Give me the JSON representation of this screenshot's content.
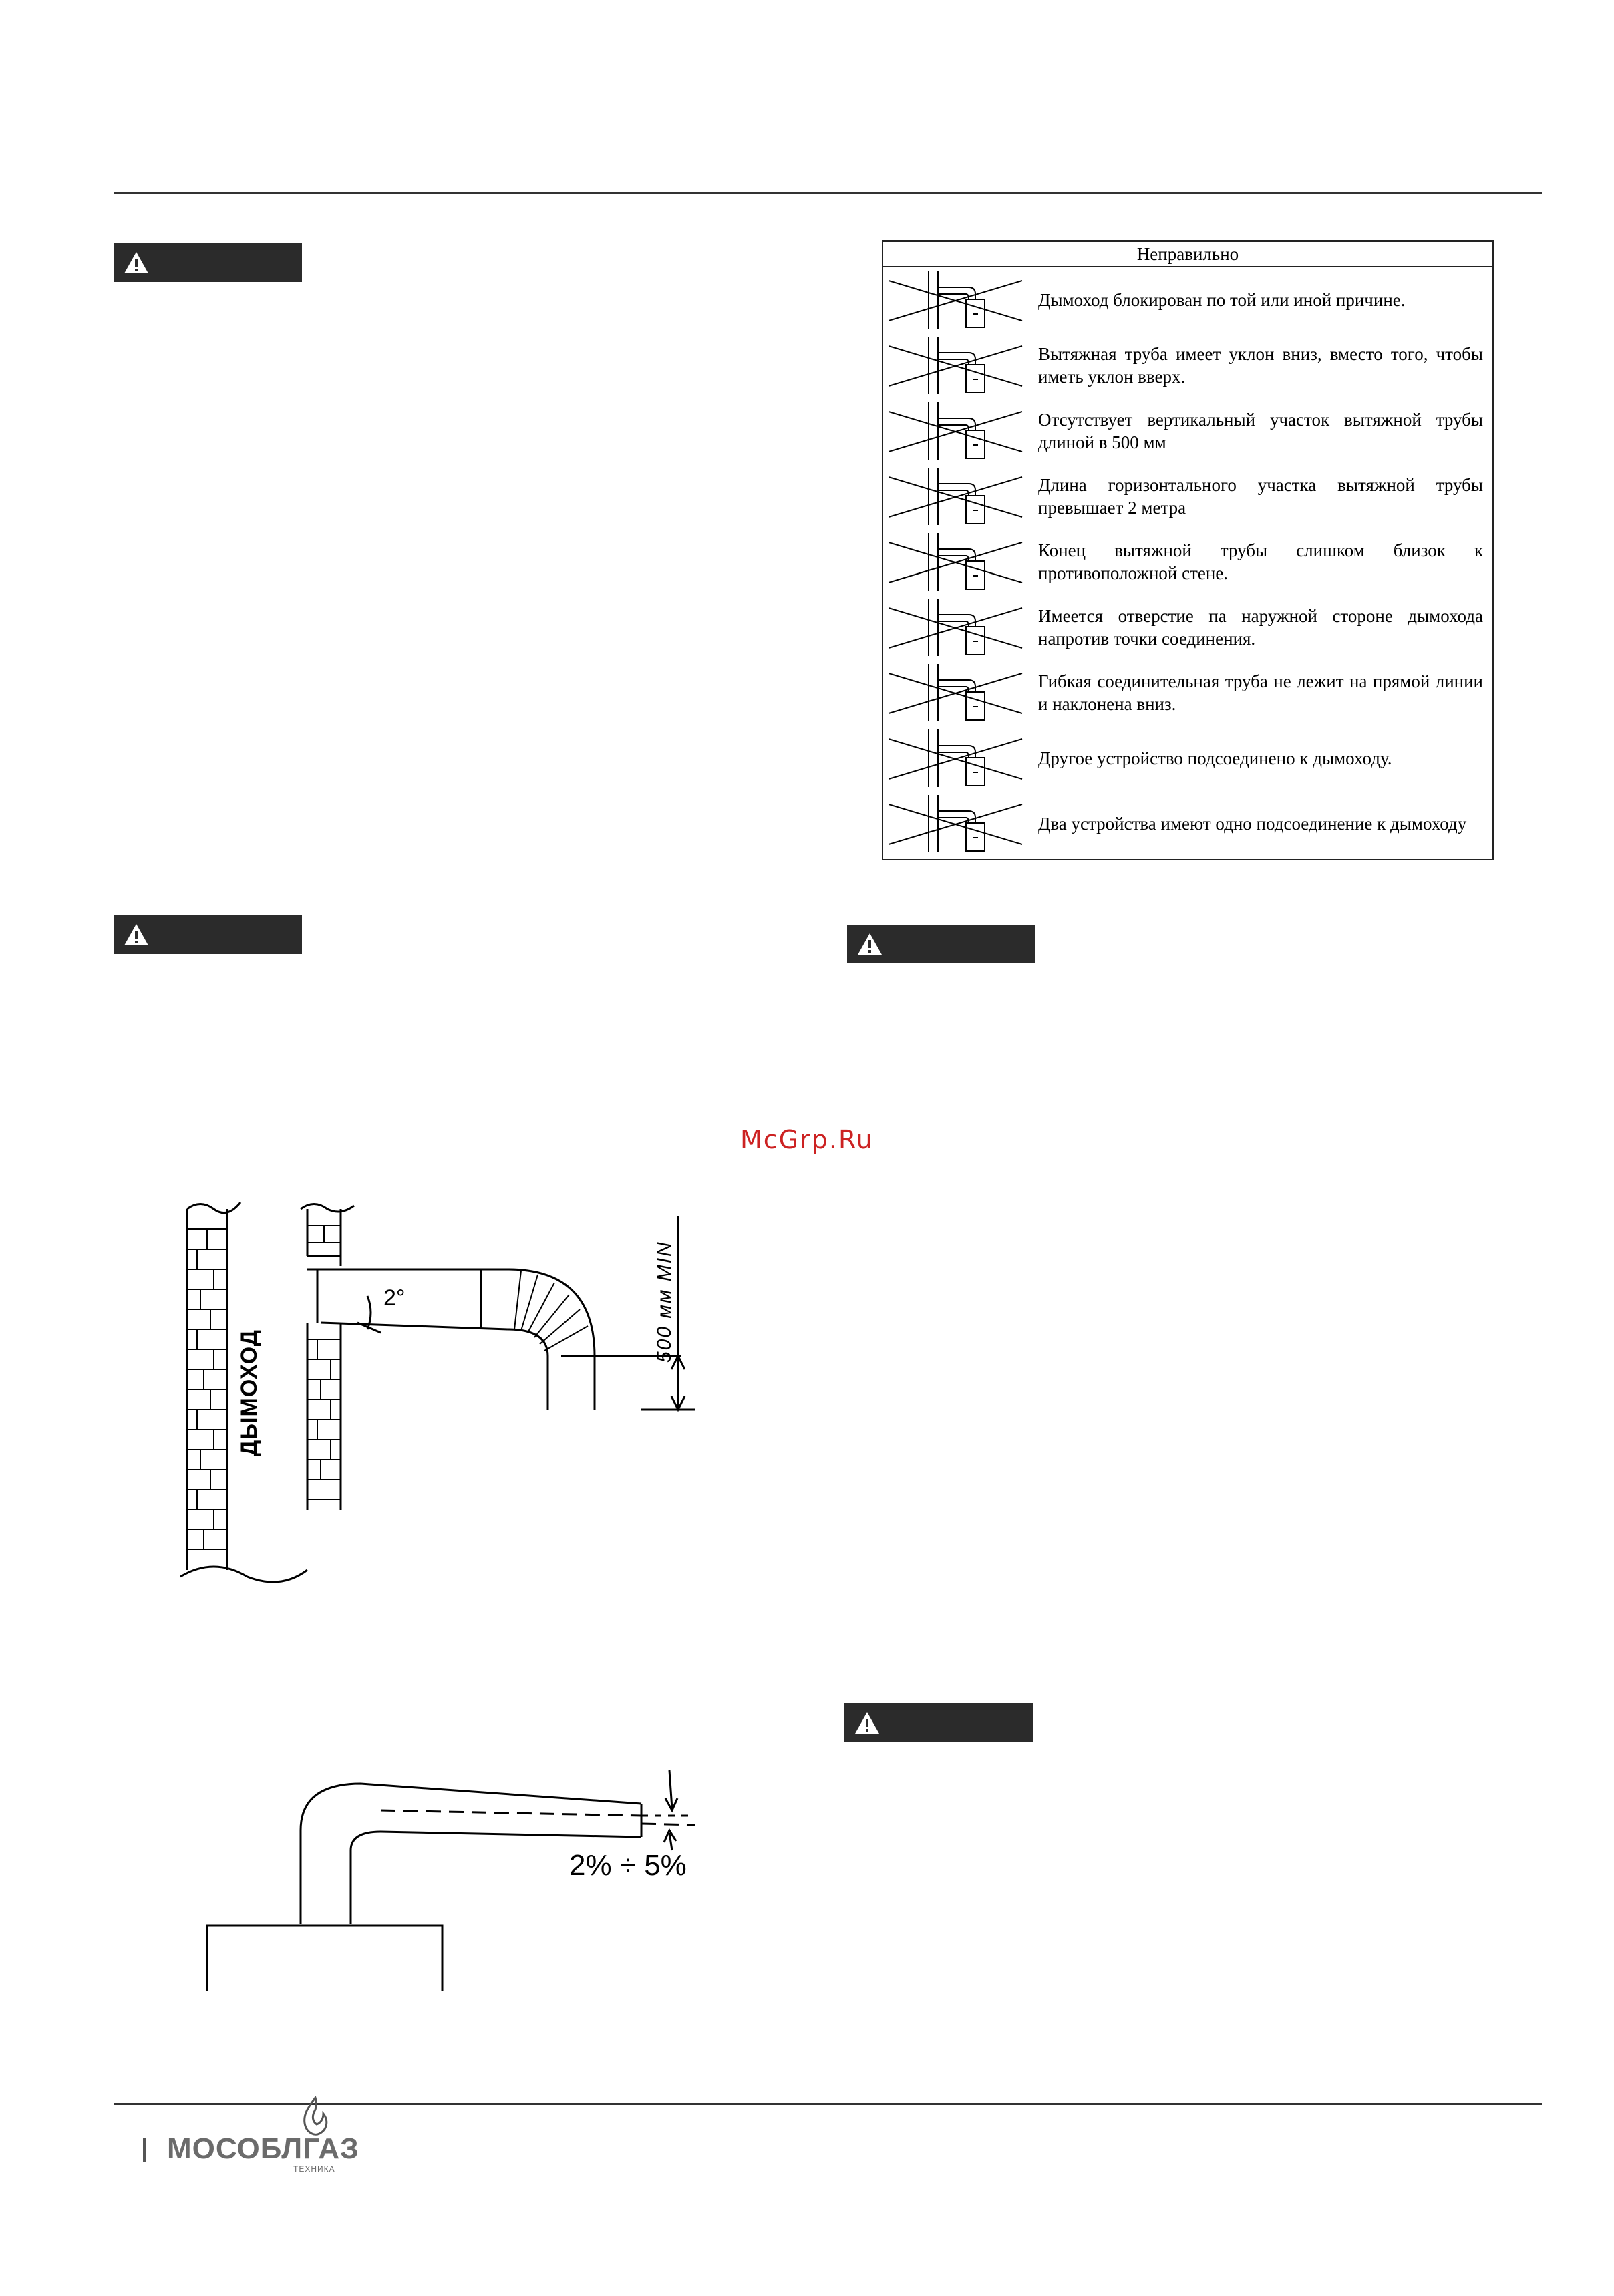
{
  "table": {
    "header": "Неправильно",
    "rows": [
      {
        "text": "Дымоход блокирован по той или иной причине.",
        "icon": "blocked-chimney-icon"
      },
      {
        "text": "Вытяжная труба имеет уклон вниз, вместо того, чтобы иметь уклон вверх.",
        "icon": "downward-slope-icon"
      },
      {
        "text": "Отсутствует вертикальный участок вытяжной трубы длиной в 500 мм",
        "icon": "missing-vertical-section-icon"
      },
      {
        "text": "Длина горизонтального участка вытяжной трубы превышает 2 метра",
        "icon": "long-horizontal-section-icon"
      },
      {
        "text": "Конец вытяжной трубы слишком близок к противоположной стене.",
        "icon": "pipe-near-wall-icon"
      },
      {
        "text": "Имеется отверстие па наружной стороне дымохода напротив точки соединения.",
        "icon": "opening-opposite-icon"
      },
      {
        "text": "Гибкая соединительная труба не лежит на прямой линии и наклонена вниз.",
        "icon": "flexible-pipe-icon"
      },
      {
        "text": "Другое устройство подсоединено к дымоходу.",
        "icon": "other-device-icon"
      },
      {
        "text": "Два устройства имеют одно подсоединение к дымоходу",
        "icon": "two-devices-icon"
      }
    ]
  },
  "watermark": "McGrp.Ru",
  "diagram1": {
    "chimney_label": "ДЫМОХОД",
    "angle_label": "2°",
    "min_label": "500 мм MIN"
  },
  "diagram2": {
    "slope_label": "2% ÷ 5%"
  },
  "logo": {
    "name": "МОСОБЛГАЗ",
    "subtitle": "ТЕХНИКА"
  },
  "colors": {
    "warning_bar": "#2b2b2b",
    "watermark": "#cc2222",
    "logo": "#6b6b6b"
  }
}
